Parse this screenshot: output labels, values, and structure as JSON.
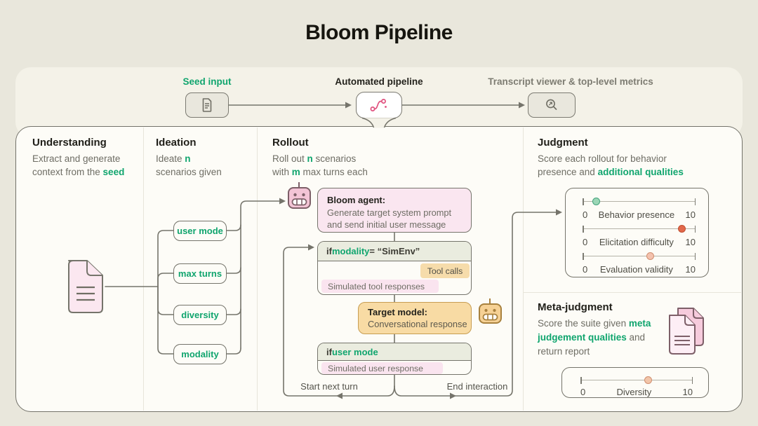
{
  "page": {
    "title": "Bloom Pipeline"
  },
  "colors": {
    "accent_green": "#10a56e",
    "pink": "#fae6f0",
    "orange": "#f8dba4",
    "line_gray": "#75746b",
    "pipeline_icon_pink": "#e0517e"
  },
  "topbar": {
    "steps": [
      {
        "label": "Seed input",
        "icon": "seed-document-icon"
      },
      {
        "label": "Automated pipeline",
        "icon": "pipeline-route-icon"
      },
      {
        "label": "Transcript viewer & top-level metrics",
        "icon": "magnifier-icon"
      }
    ]
  },
  "understanding": {
    "title": "Understanding",
    "line1": "Extract and generate",
    "line2_pre": "context from the ",
    "line2_highlight": "seed",
    "icon": "seed-file-icon"
  },
  "ideation": {
    "title": "Ideation",
    "d_pre": "Ideate ",
    "d_highlight": "n",
    "d_post": "scenarios given",
    "params": [
      "user mode",
      "max turns",
      "diversity",
      "modality"
    ]
  },
  "rollout": {
    "title": "Rollout",
    "d1": "Roll out ",
    "d2": "n",
    "d3": " scenarios",
    "d4": "with ",
    "d5": "m",
    "d6": " max turns each",
    "bloom_agent": {
      "title": "Bloom agent:",
      "line1": "Generate target system prompt",
      "line2": "and send initial user message",
      "icon": "bloom-robot-icon"
    },
    "if_modality": {
      "p1": "if ",
      "keyword": "modality",
      "p2": " = “SimEnv”",
      "tool_pill": "Tool calls",
      "sim_pill": "Simulated tool responses"
    },
    "target_model": {
      "title": "Target model:",
      "body": "Conversational response",
      "icon": "target-robot-icon"
    },
    "if_user_mode": {
      "p1": "if ",
      "keyword": "user mode",
      "sim_pill": "Simulated user response"
    },
    "loop": {
      "start": "Start next turn",
      "end": "End interaction"
    }
  },
  "judgment": {
    "title": "Judgment",
    "d1": "Score each rollout for behavior",
    "d2": "presence and ",
    "d_highlight": "additional qualities",
    "sliders": [
      {
        "label": "Behavior presence",
        "min": "0",
        "max": "10",
        "value": 1.2,
        "dot_fill": "#9bd6b6",
        "dot_stroke": "#44a37c"
      },
      {
        "label": "Elicitation difficulty",
        "min": "0",
        "max": "10",
        "value": 8.8,
        "dot_fill": "#e2684a",
        "dot_stroke": "#bf4f31"
      },
      {
        "label": "Evaluation validity",
        "min": "0",
        "max": "10",
        "value": 6.0,
        "dot_fill": "#f4c2ae",
        "dot_stroke": "#d08f70"
      }
    ]
  },
  "meta_judgment": {
    "title": "Meta-judgment",
    "d1": "Score the suite given ",
    "g1": "meta",
    "g2": "judgement qualities",
    "d2": " and",
    "d3": "return report",
    "icon": "report-documents-icon",
    "slider": {
      "label": "Diversity",
      "min": "0",
      "max": "10",
      "value": 6.0,
      "dot_fill": "#f2c5a9",
      "dot_stroke": "#d08f70"
    }
  }
}
